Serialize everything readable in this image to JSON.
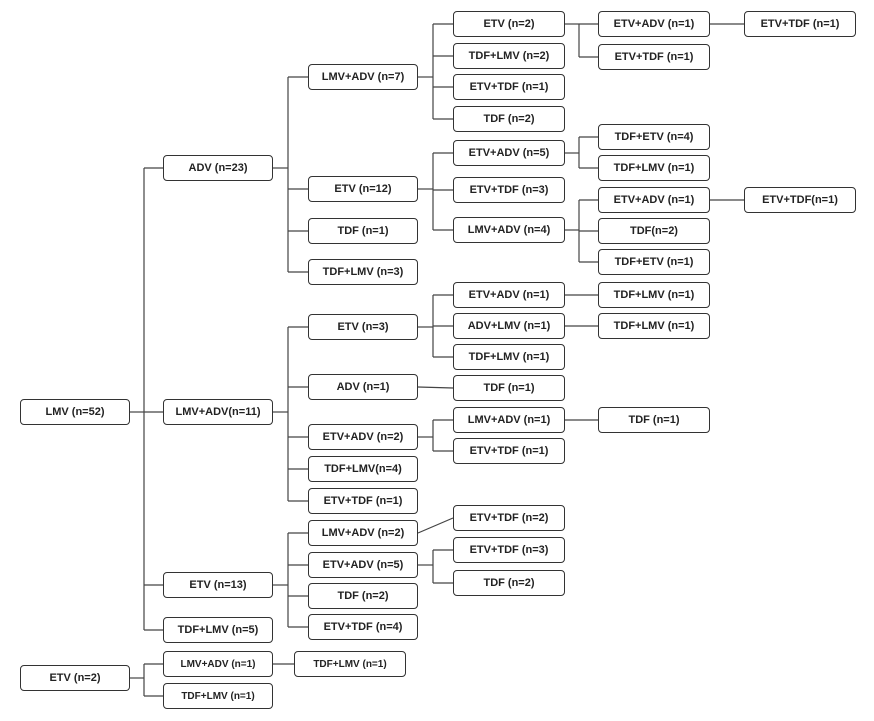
{
  "tree": {
    "roots": [
      {
        "label": "LMV (n=52)",
        "children": [
          {
            "label": "ADV (n=23)",
            "children": [
              {
                "label": "LMV+ADV (n=7)",
                "children": [
                  {
                    "label": "ETV (n=2)",
                    "children": [
                      {
                        "label": "ETV+ADV (n=1)",
                        "children": [
                          {
                            "label": "ETV+TDF (n=1)"
                          }
                        ]
                      },
                      {
                        "label": "ETV+TDF (n=1)"
                      }
                    ]
                  },
                  {
                    "label": "TDF+LMV (n=2)"
                  },
                  {
                    "label": "ETV+TDF (n=1)"
                  },
                  {
                    "label": "TDF (n=2)"
                  }
                ]
              },
              {
                "label": "ETV (n=12)",
                "children": [
                  {
                    "label": "ETV+ADV (n=5)",
                    "children": [
                      {
                        "label": "TDF+ETV (n=4)"
                      },
                      {
                        "label": "TDF+LMV (n=1)"
                      }
                    ]
                  },
                  {
                    "label": "ETV+TDF (n=3)"
                  },
                  {
                    "label": "LMV+ADV (n=4)",
                    "children": [
                      {
                        "label": "ETV+ADV (n=1)",
                        "children": [
                          {
                            "label": "ETV+TDF(n=1)"
                          }
                        ]
                      },
                      {
                        "label": "TDF(n=2)"
                      },
                      {
                        "label": "TDF+ETV (n=1)"
                      }
                    ]
                  }
                ]
              },
              {
                "label": "TDF (n=1)"
              },
              {
                "label": "TDF+LMV (n=3)"
              }
            ]
          },
          {
            "label": "LMV+ADV(n=11)",
            "children": [
              {
                "label": "ETV (n=3)",
                "children": [
                  {
                    "label": "ETV+ADV (n=1)",
                    "children": [
                      {
                        "label": "TDF+LMV (n=1)"
                      }
                    ]
                  },
                  {
                    "label": "ADV+LMV (n=1)",
                    "children": [
                      {
                        "label": "TDF+LMV (n=1)"
                      }
                    ]
                  },
                  {
                    "label": "TDF+LMV (n=1)"
                  }
                ]
              },
              {
                "label": "ADV (n=1)",
                "children": [
                  {
                    "label": "TDF (n=1)"
                  }
                ]
              },
              {
                "label": "ETV+ADV (n=2)",
                "children": [
                  {
                    "label": "LMV+ADV (n=1)",
                    "children": [
                      {
                        "label": "TDF (n=1)"
                      }
                    ]
                  },
                  {
                    "label": "ETV+TDF (n=1)"
                  }
                ]
              },
              {
                "label": "TDF+LMV(n=4)"
              },
              {
                "label": "ETV+TDF (n=1)"
              }
            ]
          },
          {
            "label": "ETV (n=13)",
            "children": [
              {
                "label": "LMV+ADV (n=2)",
                "children": [
                  {
                    "label": "ETV+TDF (n=2)"
                  }
                ]
              },
              {
                "label": "ETV+ADV (n=5)",
                "children": [
                  {
                    "label": "ETV+TDF (n=3)"
                  },
                  {
                    "label": "TDF (n=2)"
                  }
                ]
              },
              {
                "label": "TDF (n=2)"
              },
              {
                "label": "ETV+TDF (n=4)"
              }
            ]
          },
          {
            "label": "TDF+LMV (n=5)"
          }
        ]
      },
      {
        "label": "ETV (n=2)",
        "children": [
          {
            "label": "LMV+ADV (n=1)",
            "children": [
              {
                "label": "TDF+LMV (n=1)"
              }
            ]
          },
          {
            "label": "TDF+LMV (n=1)"
          }
        ]
      }
    ]
  }
}
